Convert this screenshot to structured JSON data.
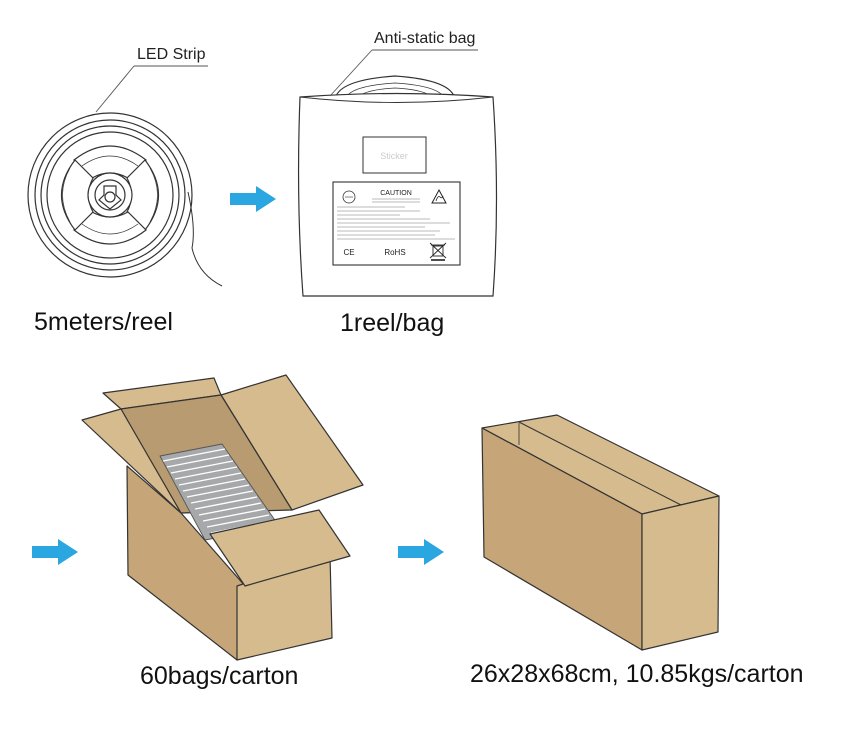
{
  "callouts": {
    "led_strip": "LED Strip",
    "bag": "Anti-static bag"
  },
  "captions": {
    "reel": "5meters/reel",
    "bag": "1reel/bag",
    "open_carton": "60bags/carton",
    "closed_carton": "26x28x68cm, 10.85kgs/carton"
  },
  "bag_label": {
    "sticker": "Sticker",
    "caution": "CAUTION",
    "ce": "CE",
    "rohs": "RoHS"
  },
  "colors": {
    "arrow": "#2aa6e0",
    "cardboard": "#d6bb8e",
    "cardboard_dark": "#c6a679",
    "cardboard_inner": "#b89b70",
    "line": "#333333",
    "bag_content": "#a6a8aa"
  },
  "icons": {
    "flow_arrow": "arrow-right-icon",
    "esd": "esd-warning-icon",
    "recycle": "weee-bin-icon"
  }
}
